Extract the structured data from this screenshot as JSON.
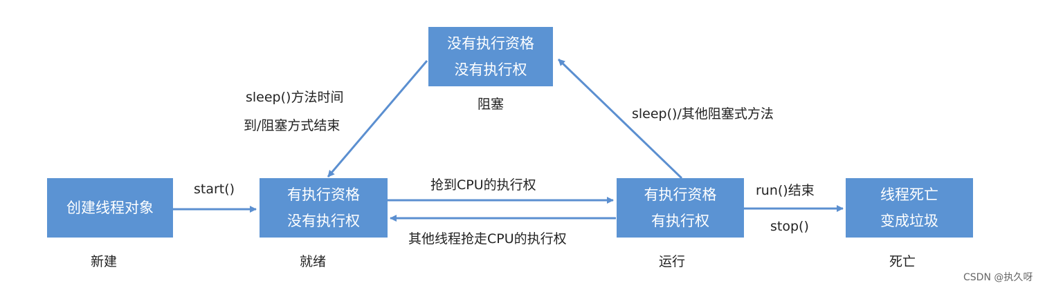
{
  "colors": {
    "box_fill": "#5b93d3",
    "arrow": "#5b8fd0",
    "box_text": "#ffffff"
  },
  "states": {
    "new": {
      "lines": [
        "创建线程对象"
      ],
      "caption": "新建"
    },
    "ready": {
      "lines": [
        "有执行资格",
        "没有执行权"
      ],
      "caption": "就绪"
    },
    "running": {
      "lines": [
        "有执行资格",
        "有执行权"
      ],
      "caption": "运行"
    },
    "dead": {
      "lines": [
        "线程死亡",
        "变成垃圾"
      ],
      "caption": "死亡"
    },
    "blocked": {
      "lines": [
        "没有执行资格",
        "没有执行权"
      ],
      "caption": "阻塞"
    }
  },
  "transitions": {
    "start": "start()",
    "grab_cpu": "抢到CPU的执行权",
    "lose_cpu": "其他线程抢走CPU的执行权",
    "run_end": "run()结束",
    "stop": "stop()",
    "to_blocked": "sleep()/其他阻塞式方法",
    "from_blocked_1": "sleep()方法时间",
    "from_blocked_2": "到/阻塞方式结束"
  },
  "watermark": "CSDN @执久呀"
}
